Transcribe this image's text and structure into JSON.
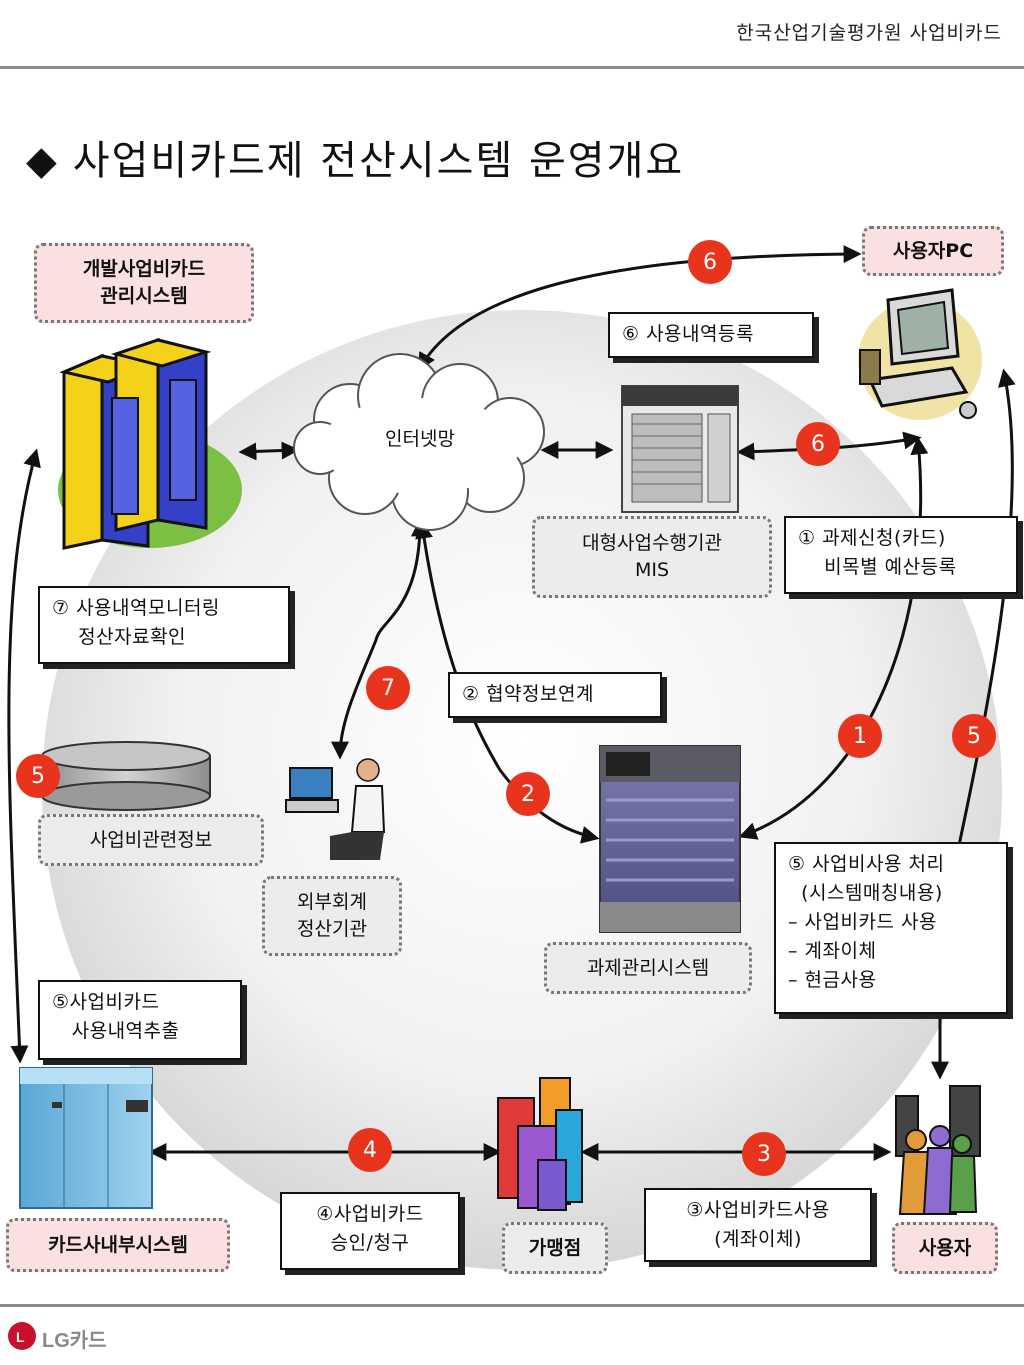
{
  "header": {
    "org_title": "한국산업기술평가원 사업비카드"
  },
  "slide": {
    "bullet": "◆",
    "title": "사업비카드제 전산시스템 운영개요"
  },
  "nodes": {
    "dev_system": "개발사업비카드\n관리시스템",
    "user_pc": "사용자PC",
    "internet": "인터넷망",
    "mis": "대형사업수행기관\nMIS",
    "db_info": "사업비관련정보",
    "external_org": "외부회계\n정산기관",
    "project_system": "과제관리시스템",
    "card_internal": "카드사내부시스템",
    "merchant": "가맹점",
    "user": "사용자"
  },
  "notes": {
    "n6": "⑥ 사용내역등록",
    "n1": "① 과제신청(카드)\n    비목별 예산등록",
    "n7": "⑦ 사용내역모니터링\n    정산자료확인",
    "n2": "② 협약정보연계",
    "n5": "⑤ 사업비사용 처리\n  (시스템매칭내용)\n– 사업비카드 사용\n– 계좌이체\n– 현금사용",
    "n5b": "⑤사업비카드\n   사용내역추출",
    "n4": "④사업비카드\n승인/청구",
    "n3": "③사업비카드사용\n(계좌이체)"
  },
  "steps": {
    "s6_top": "6",
    "s6_mid": "6",
    "s7": "7",
    "s1": "1",
    "s5_right": "5",
    "s5_left": "5",
    "s2": "2",
    "s4": "4",
    "s3": "3"
  },
  "footer": {
    "logo_text": "LG카드"
  },
  "colors": {
    "badge": "#e8341c",
    "pink_box": "#fbe0e2",
    "gray_box": "#ececec"
  },
  "icons": [
    "server-tower-icon",
    "computer-icon",
    "cloud-icon",
    "server-rack-icon",
    "database-icon",
    "person-at-computer-icon",
    "mainframe-icon",
    "buildings-icon",
    "people-icon",
    "lg-logo-icon"
  ]
}
